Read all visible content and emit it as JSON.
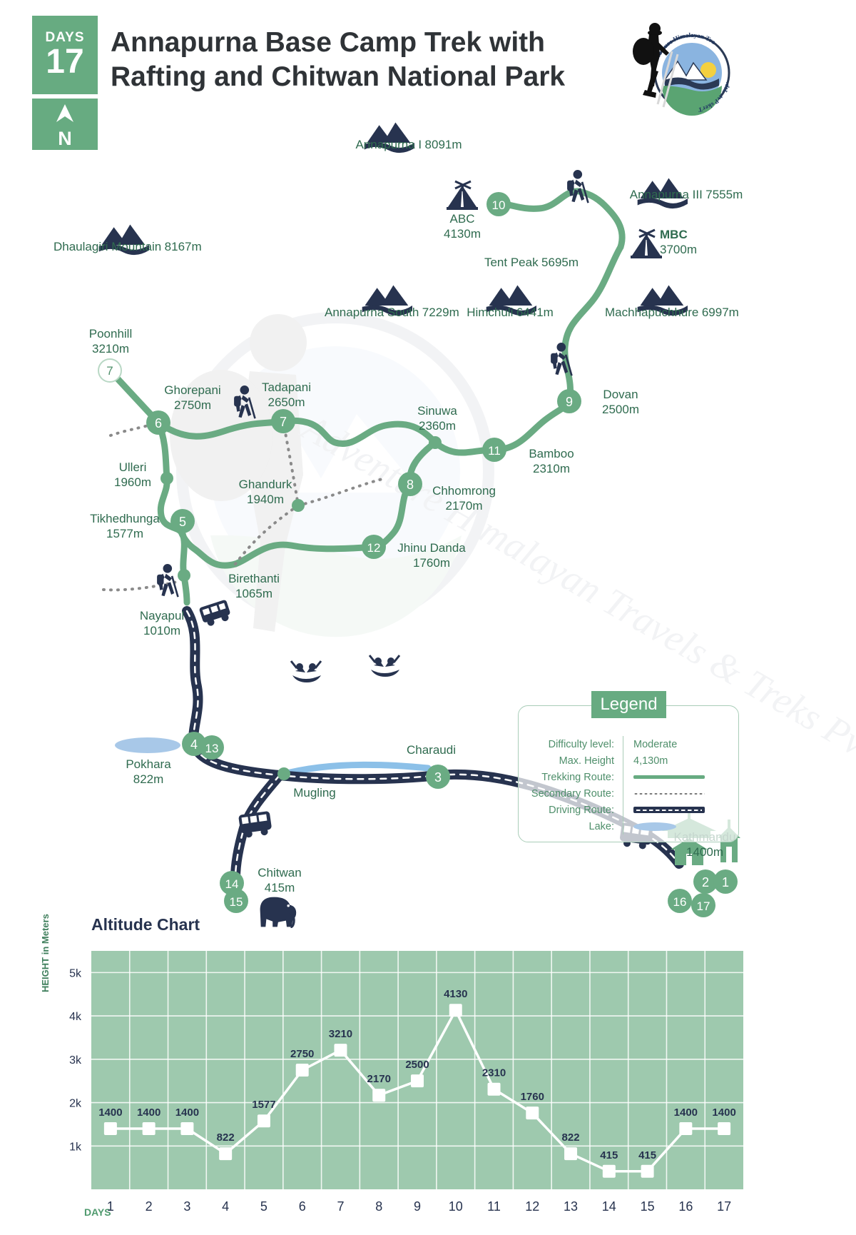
{
  "header": {
    "days_label": "DAYS",
    "days_value": "17",
    "north_label": "N",
    "title": "Annapurna Base Camp Trek with Rafting and Chitwan National Park",
    "logo_name": "Adventure Himalayan Travels & Trek Pvt. Ltd."
  },
  "peaks": [
    {
      "name": "Annapurna I",
      "elevation": "8091m"
    },
    {
      "name": "Dhaulagiri Mountain",
      "elevation": "8167m"
    },
    {
      "name": "Annapurna III",
      "elevation": "7555m"
    },
    {
      "name": "Tent Peak",
      "elevation": "5695m"
    },
    {
      "name": "Annapurna South",
      "elevation": "7229m"
    },
    {
      "name": "Himchuli",
      "elevation": "6441m"
    },
    {
      "name": "Machhapuchhure",
      "elevation": "6997m"
    }
  ],
  "camps": [
    {
      "name": "ABC",
      "elevation": "4130m"
    },
    {
      "name": "MBC",
      "elevation": "3700m"
    }
  ],
  "places": [
    {
      "name": "Poonhill",
      "elevation": "3210m",
      "day": "7"
    },
    {
      "name": "Ghorepani",
      "elevation": "2750m",
      "day": "6"
    },
    {
      "name": "Tadapani",
      "elevation": "2650m",
      "day": "7"
    },
    {
      "name": "Ulleri",
      "elevation": "1960m",
      "day": ""
    },
    {
      "name": "Tikhedhunga",
      "elevation": "1577m",
      "day": "5"
    },
    {
      "name": "Ghandurk",
      "elevation": "1940m",
      "day": ""
    },
    {
      "name": "Sinuwa",
      "elevation": "2360m",
      "day": ""
    },
    {
      "name": "Bamboo",
      "elevation": "2310m",
      "day": "11"
    },
    {
      "name": "Chhomrong",
      "elevation": "2170m",
      "day": "8"
    },
    {
      "name": "Jhinu Danda",
      "elevation": "1760m",
      "day": "12"
    },
    {
      "name": "Dovan",
      "elevation": "2500m",
      "day": "9"
    },
    {
      "name": "Birethanti",
      "elevation": "1065m",
      "day": ""
    },
    {
      "name": "Nayapul",
      "elevation": "1010m",
      "day": ""
    },
    {
      "name": "Pokhara",
      "elevation": "822m",
      "day": "4"
    },
    {
      "name": "Charaudi",
      "elevation": "",
      "day": "3"
    },
    {
      "name": "Mugling",
      "elevation": "",
      "day": ""
    },
    {
      "name": "Kathmandu",
      "elevation": "1400m",
      "day": "1"
    },
    {
      "name": "Chitwan",
      "elevation": "415m",
      "day": "14"
    }
  ],
  "legend": {
    "title": "Legend",
    "rows": [
      {
        "key": "Difficulty level:",
        "value": "Moderate",
        "type": "text"
      },
      {
        "key": "Max. Height",
        "value": "4,130m",
        "type": "text"
      },
      {
        "key": "Trekking Route:",
        "value": "",
        "type": "line"
      },
      {
        "key": "Secondary Route:",
        "value": "",
        "type": "dots"
      },
      {
        "key": "Driving Route:",
        "value": "",
        "type": "road"
      },
      {
        "key": "Lake:",
        "value": "",
        "type": "lake"
      }
    ]
  },
  "chart_data": {
    "type": "line",
    "title": "Altitude Chart",
    "xlabel": "DAYS",
    "ylabel": "HEIGHT in Meters",
    "categories": [
      "1",
      "2",
      "3",
      "4",
      "5",
      "6",
      "7",
      "8",
      "9",
      "10",
      "11",
      "12",
      "13",
      "14",
      "15",
      "16",
      "17"
    ],
    "values": [
      1400,
      1400,
      1400,
      822,
      1577,
      2750,
      3210,
      2170,
      2500,
      4130,
      2310,
      1760,
      822,
      415,
      415,
      1400,
      1400
    ],
    "ytick_labels": [
      "5k",
      "4k",
      "3k",
      "2k",
      "1k"
    ],
    "ytick_values": [
      5000,
      4000,
      3000,
      2000,
      1000
    ],
    "ylim": [
      0,
      5500
    ],
    "grid": true,
    "legend_position": "none",
    "plot_bg": "#9ec9ae",
    "line_color": "#ffffff",
    "marker_color": "#ffffff",
    "label_color": "#27334f"
  }
}
